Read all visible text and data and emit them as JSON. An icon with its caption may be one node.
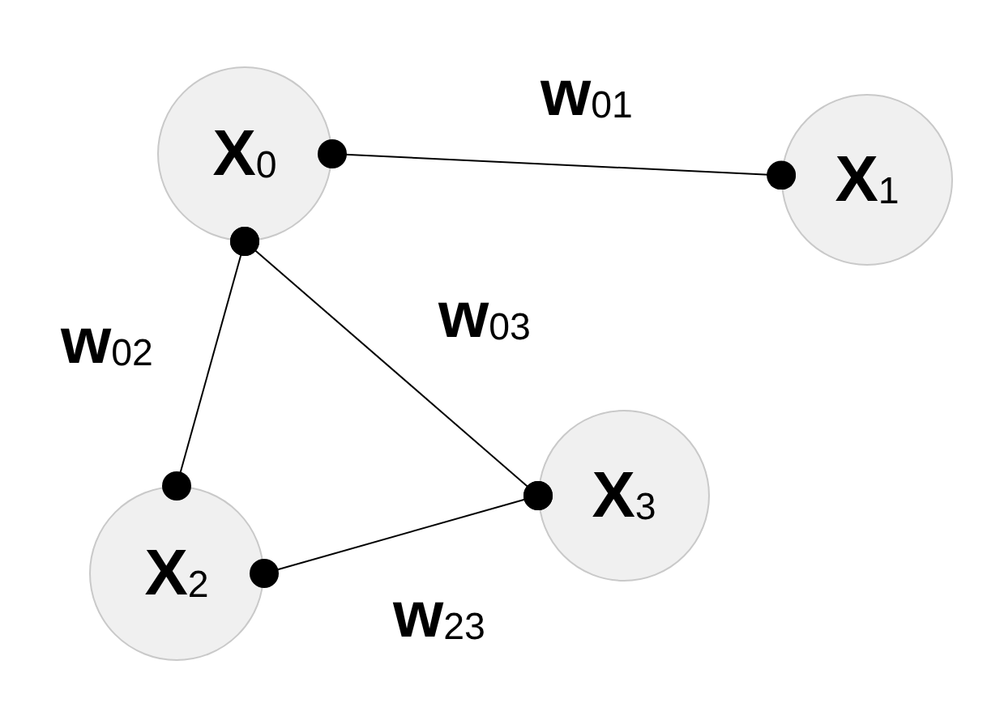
{
  "diagram": {
    "nodes": [
      {
        "text": [
          "X$_{0}$"
        ]
      },
      {
        "text": [
          "X$_{1}$"
        ]
      },
      {
        "text": [
          "X$_{2}$"
        ]
      },
      {
        "text": [
          "X$_{3}$"
        ]
      }
    ],
    "edges": [
      {
        "from": 0,
        "to": 1,
        "arrow": "other",
        "label": "w$_{01}$"
      },
      {
        "from": 0,
        "to": 2,
        "arrow": "other",
        "label": "w$_{02}$"
      },
      {
        "from": 0,
        "to": 3,
        "arrow": "other",
        "label": "w$_{03}$"
      },
      {
        "from": 2,
        "to": 3,
        "arrow": "other",
        "label": "w$_{23}$"
      }
    ]
  }
}
